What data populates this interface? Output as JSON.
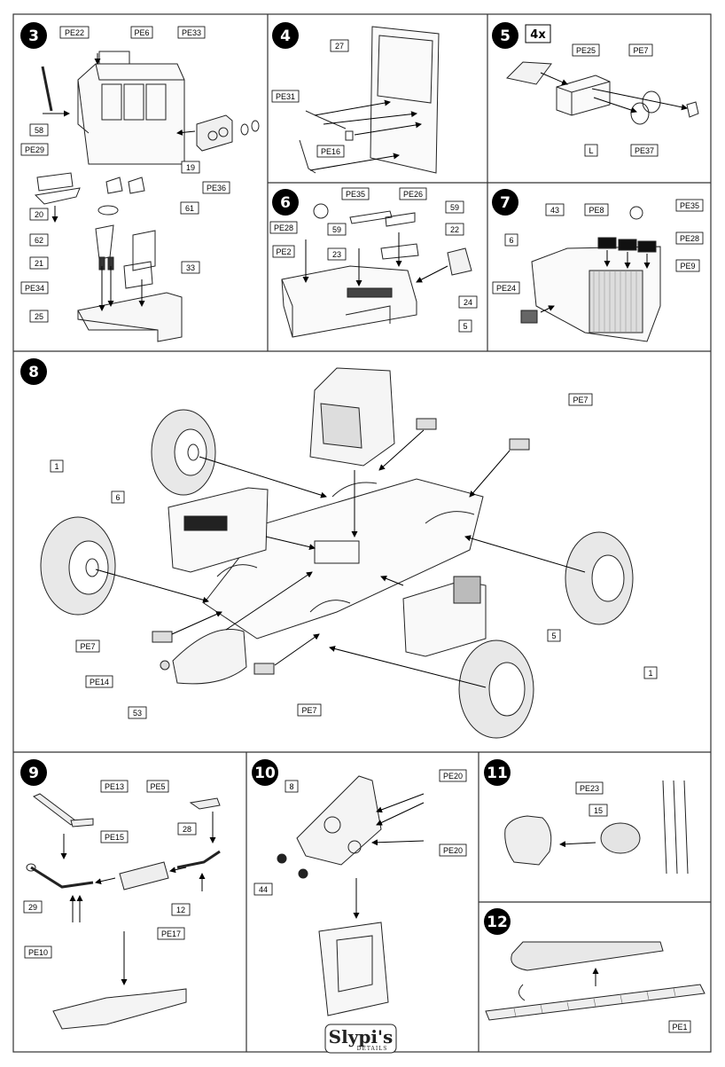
{
  "steps": [
    {
      "number": "3",
      "labels": [
        "PE22",
        "PE6",
        "PE33",
        "58",
        "PE29",
        "19",
        "PE36",
        "20",
        "61",
        "62",
        "21",
        "33",
        "PE34",
        "25"
      ]
    },
    {
      "number": "4",
      "labels": [
        "27",
        "PE31",
        "PE16"
      ]
    },
    {
      "number": "5",
      "quantity": "4x",
      "labels": [
        "PE25",
        "PE7",
        "L",
        "PE37"
      ]
    },
    {
      "number": "6",
      "labels": [
        "PE35",
        "PE26",
        "59",
        "PE28",
        "PE2",
        "59",
        "22",
        "23",
        "24",
        "5"
      ]
    },
    {
      "number": "7",
      "labels": [
        "43",
        "PE8",
        "PE35",
        "6",
        "PE28",
        "PE9",
        "PE24"
      ]
    },
    {
      "number": "8",
      "labels": [
        "PE7",
        "1",
        "6",
        "5",
        "PE7",
        "PE14",
        "53",
        "PE7",
        "1"
      ]
    },
    {
      "number": "9",
      "labels": [
        "PE13",
        "PE5",
        "PE15",
        "28",
        "29",
        "12",
        "PE17",
        "PE10"
      ]
    },
    {
      "number": "10",
      "labels": [
        "8",
        "PE20",
        "PE20",
        "44"
      ]
    },
    {
      "number": "11",
      "labels": [
        "PE23",
        "15"
      ]
    },
    {
      "number": "12",
      "labels": [
        "PE1"
      ]
    }
  ],
  "logo": {
    "name": "Slypi's",
    "tagline": "DETAILS"
  }
}
